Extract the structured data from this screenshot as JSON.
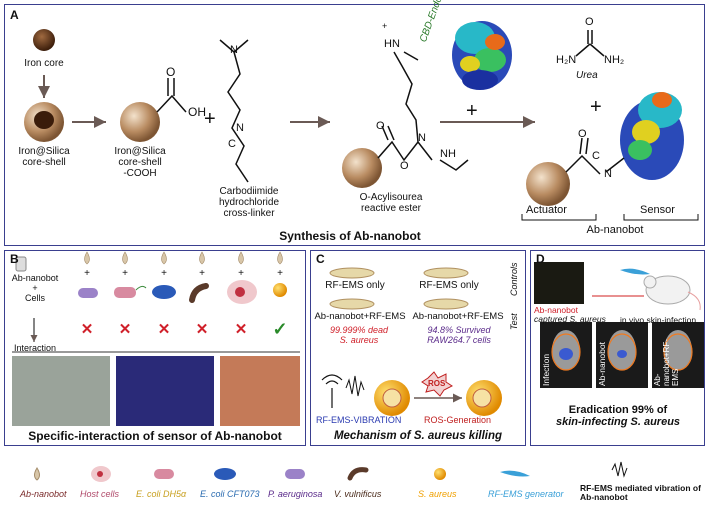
{
  "panel_a": {
    "letter": "A",
    "iron_core": "Iron core",
    "core_shell": [
      "Iron@Silica",
      "core-shell"
    ],
    "core_shell_cooh": [
      "Iron@Silica",
      "core-shell",
      "-COOH"
    ],
    "cooh_O": "O",
    "cooh_OH": "OH",
    "plus": "+",
    "linker_N1": "N",
    "linker_N2": "N",
    "linker_C": "C",
    "carbodiimide": [
      "Carbodiimide",
      "hydrochloride",
      "cross-linker"
    ],
    "ester_HN": "HN",
    "ester_plus": "+",
    "ester_N": "N",
    "ester_NH": "NH",
    "ester_O1": "O",
    "ester_O2": "O",
    "ester_label": [
      "O-Acylisourea",
      "reactive ester"
    ],
    "cbd": "CBD-Endolysin",
    "urea_O": "O",
    "urea_left": "H₂N",
    "urea_right": "NH₂",
    "urea": "Urea",
    "product_O": "O",
    "product_C": "C",
    "product_N": "N",
    "actuator": "Actuator",
    "sensor": "Sensor",
    "ab_nanobot": "Ab-nanobot",
    "title": "Synthesis of Ab-nanobot"
  },
  "panel_b": {
    "letter": "B",
    "left_labels": [
      "Ab-nanobot",
      "+",
      "Cells"
    ],
    "interaction": "Interaction",
    "plus": "+",
    "marks": [
      "✕",
      "✕",
      "✕",
      "✕",
      "✕",
      "✓"
    ],
    "title": "Specific-interaction of sensor of Ab-nanobot"
  },
  "panel_c": {
    "letter": "C",
    "controls": "Controls",
    "test": "Test",
    "rf_only_1": "RF-EMS only",
    "rf_only_2": "RF-EMS only",
    "combo_1": "Ab-nanobot+RF-EMS",
    "combo_2": "Ab-nanobot+RF-EMS",
    "result_1": [
      "99.999% dead",
      "S. aureus"
    ],
    "result_2": [
      "94.8% Survived",
      "RAW264.7 cells"
    ],
    "ros_burst": "ROS",
    "vibration": "RF-EMS-VIBRATION",
    "ros_generation": "ROS-Generation",
    "title": "Mechanism of S. aureus killing"
  },
  "panel_d": {
    "letter": "D",
    "captured": [
      "Ab-nanobot",
      "captured S. aureus"
    ],
    "in_vivo": "in vivo skin-infection",
    "mouse_labels": [
      "Infection",
      "Ab-nanobot",
      "Ab-nanobot+RF-EMS"
    ],
    "title": [
      "Eradication 99% of",
      "skin-infecting S. aureus"
    ]
  },
  "legend": [
    {
      "label": "Ab-nanobot",
      "color": "#7a2a2a"
    },
    {
      "label": "Host cells",
      "color": "#b04a6a"
    },
    {
      "label": "E. coli DH5α",
      "color": "#c8a020"
    },
    {
      "label": "E. coli CFT073",
      "color": "#2a6bb0"
    },
    {
      "label": "P. aeruginosa",
      "color": "#5a2a8a"
    },
    {
      "label": "V. vulnificus",
      "color": "#4a2a1a"
    },
    {
      "label": "S. aureus",
      "color": "#f0a000"
    },
    {
      "label": "RF-EMS generator",
      "color": "#3aa0d8"
    },
    {
      "label": "RF-EMS mediated vibration of Ab-nanobot",
      "color": "#111111"
    }
  ],
  "colors": {
    "border": "#3a3f8f",
    "cross": "#d0202a",
    "check": "#2a8a2a",
    "bead": "#b08660"
  }
}
